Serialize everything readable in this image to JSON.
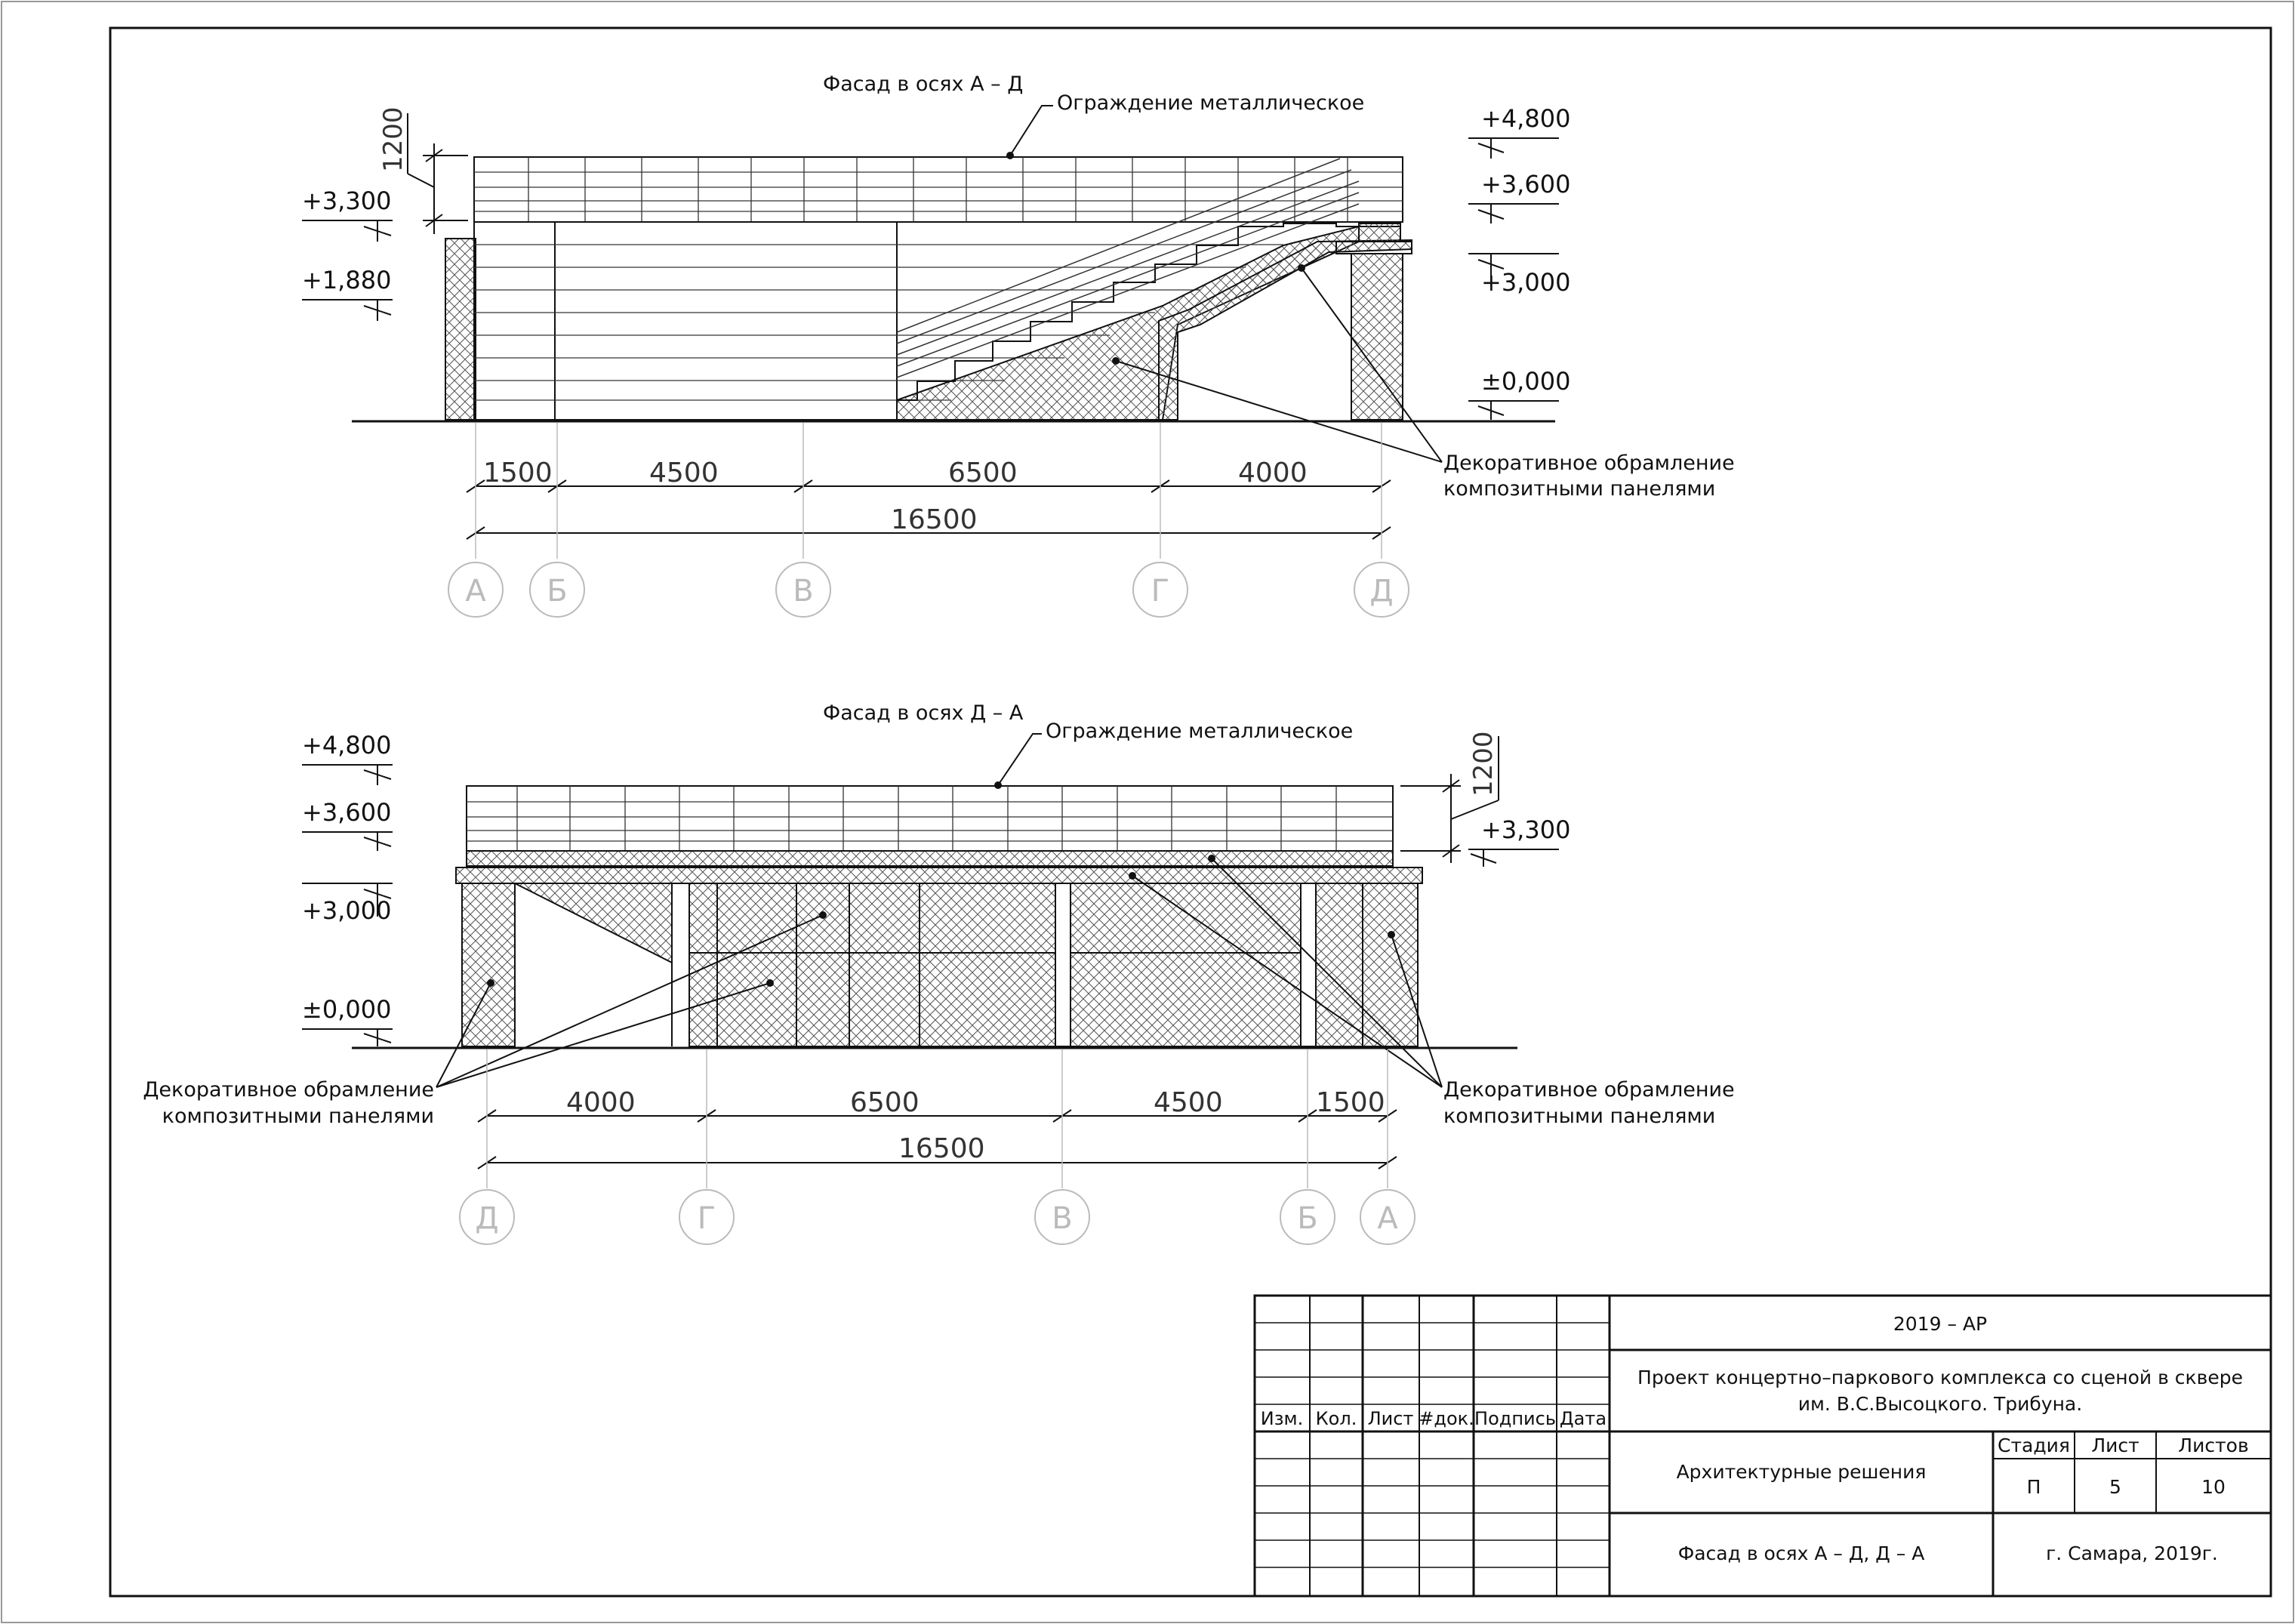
{
  "top_facade": {
    "title": "Фасад в осях А – Д",
    "fence_label": "Ограждение металлическое",
    "panels_label_line1": "Декоративное обрамление",
    "panels_label_line2": "композитными панелями",
    "elevations_left": [
      "+3,300",
      "+1,880"
    ],
    "elevations_right": [
      "+4,800",
      "+3,600",
      "+3,000",
      "±0,000"
    ],
    "height_dim": "1200",
    "dims": [
      "1500",
      "4500",
      "6500",
      "4000"
    ],
    "total_dim": "16500",
    "axes": [
      "А",
      "Б",
      "В",
      "Г",
      "Д"
    ]
  },
  "bottom_facade": {
    "title": "Фасад в осях Д – А",
    "fence_label": "Ограждение металлическое",
    "panels_label_line1": "Декоративное обрамление",
    "panels_label_line2": "композитными панелями",
    "elevations_left": [
      "+4,800",
      "+3,600",
      "+3,000",
      "±0,000"
    ],
    "elevations_right": [
      "+3,300"
    ],
    "height_dim": "1200",
    "dims": [
      "4000",
      "6500",
      "4500",
      "1500"
    ],
    "total_dim": "16500",
    "axes": [
      "Д",
      "Г",
      "В",
      "Б",
      "А"
    ]
  },
  "title_block": {
    "doc_code": "2019 – АР",
    "project_line1": "Проект концертно–паркового комплекса со сценой в сквере",
    "project_line2": "им. В.С.Высоцкого. Трибуна.",
    "header_cells": [
      "Изм.",
      "Кол.",
      "Лист",
      "#док.",
      "Подпись",
      "Дата"
    ],
    "section": "Архитектурные решения",
    "sheet_title": "Фасад в осях А – Д, Д – А",
    "col_stage": "Стадия",
    "col_sheet": "Лист",
    "col_sheets": "Листов",
    "stage": "П",
    "sheet": "5",
    "sheets": "10",
    "city": "г. Самара, 2019г."
  }
}
